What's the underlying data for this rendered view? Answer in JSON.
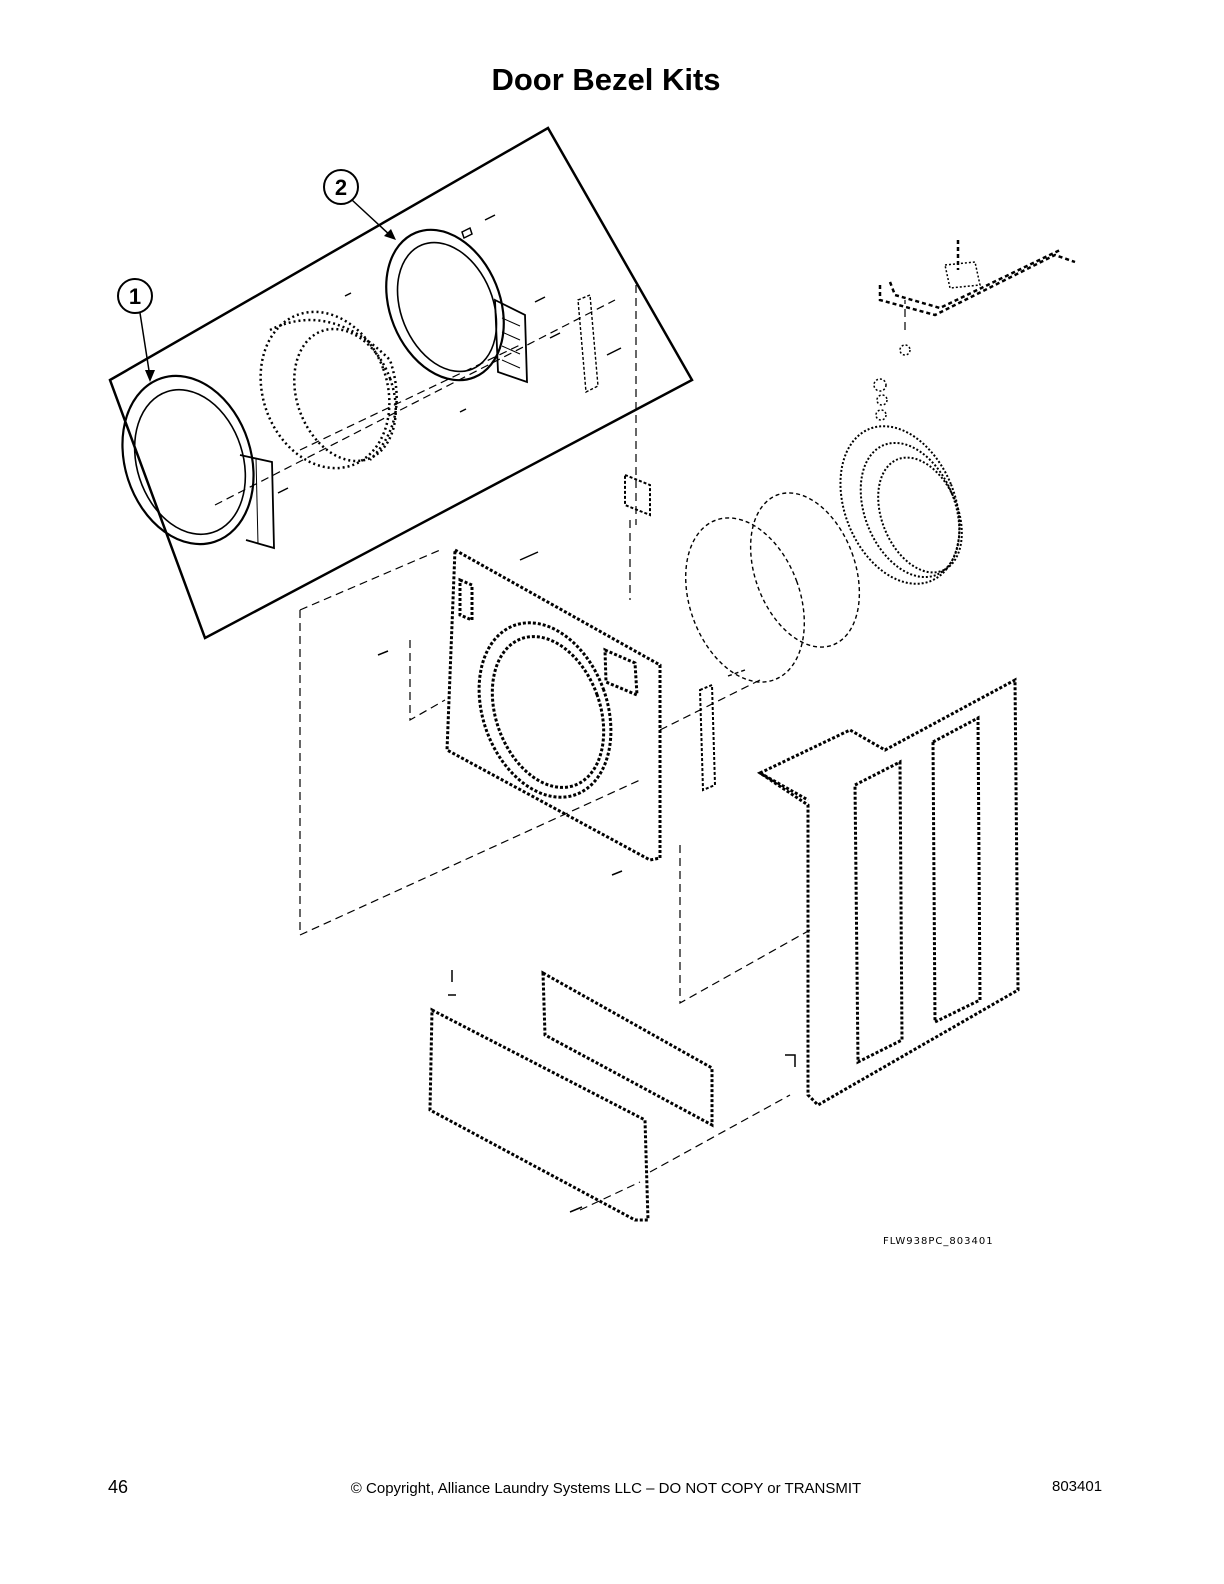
{
  "page": {
    "title": "Door Bezel Kits",
    "drawing_id": "FLW938PC_803401",
    "footer": {
      "page_number": "46",
      "copyright": "© Copyright, Alliance Laundry Systems LLC – DO NOT COPY or TRANSMIT",
      "document_number": "803401"
    }
  },
  "callouts": [
    {
      "number": "1",
      "part": "outer-bezel-ring"
    },
    {
      "number": "2",
      "part": "inner-bezel-frame"
    }
  ],
  "colors": {
    "ink": "#000000",
    "background": "#ffffff"
  }
}
